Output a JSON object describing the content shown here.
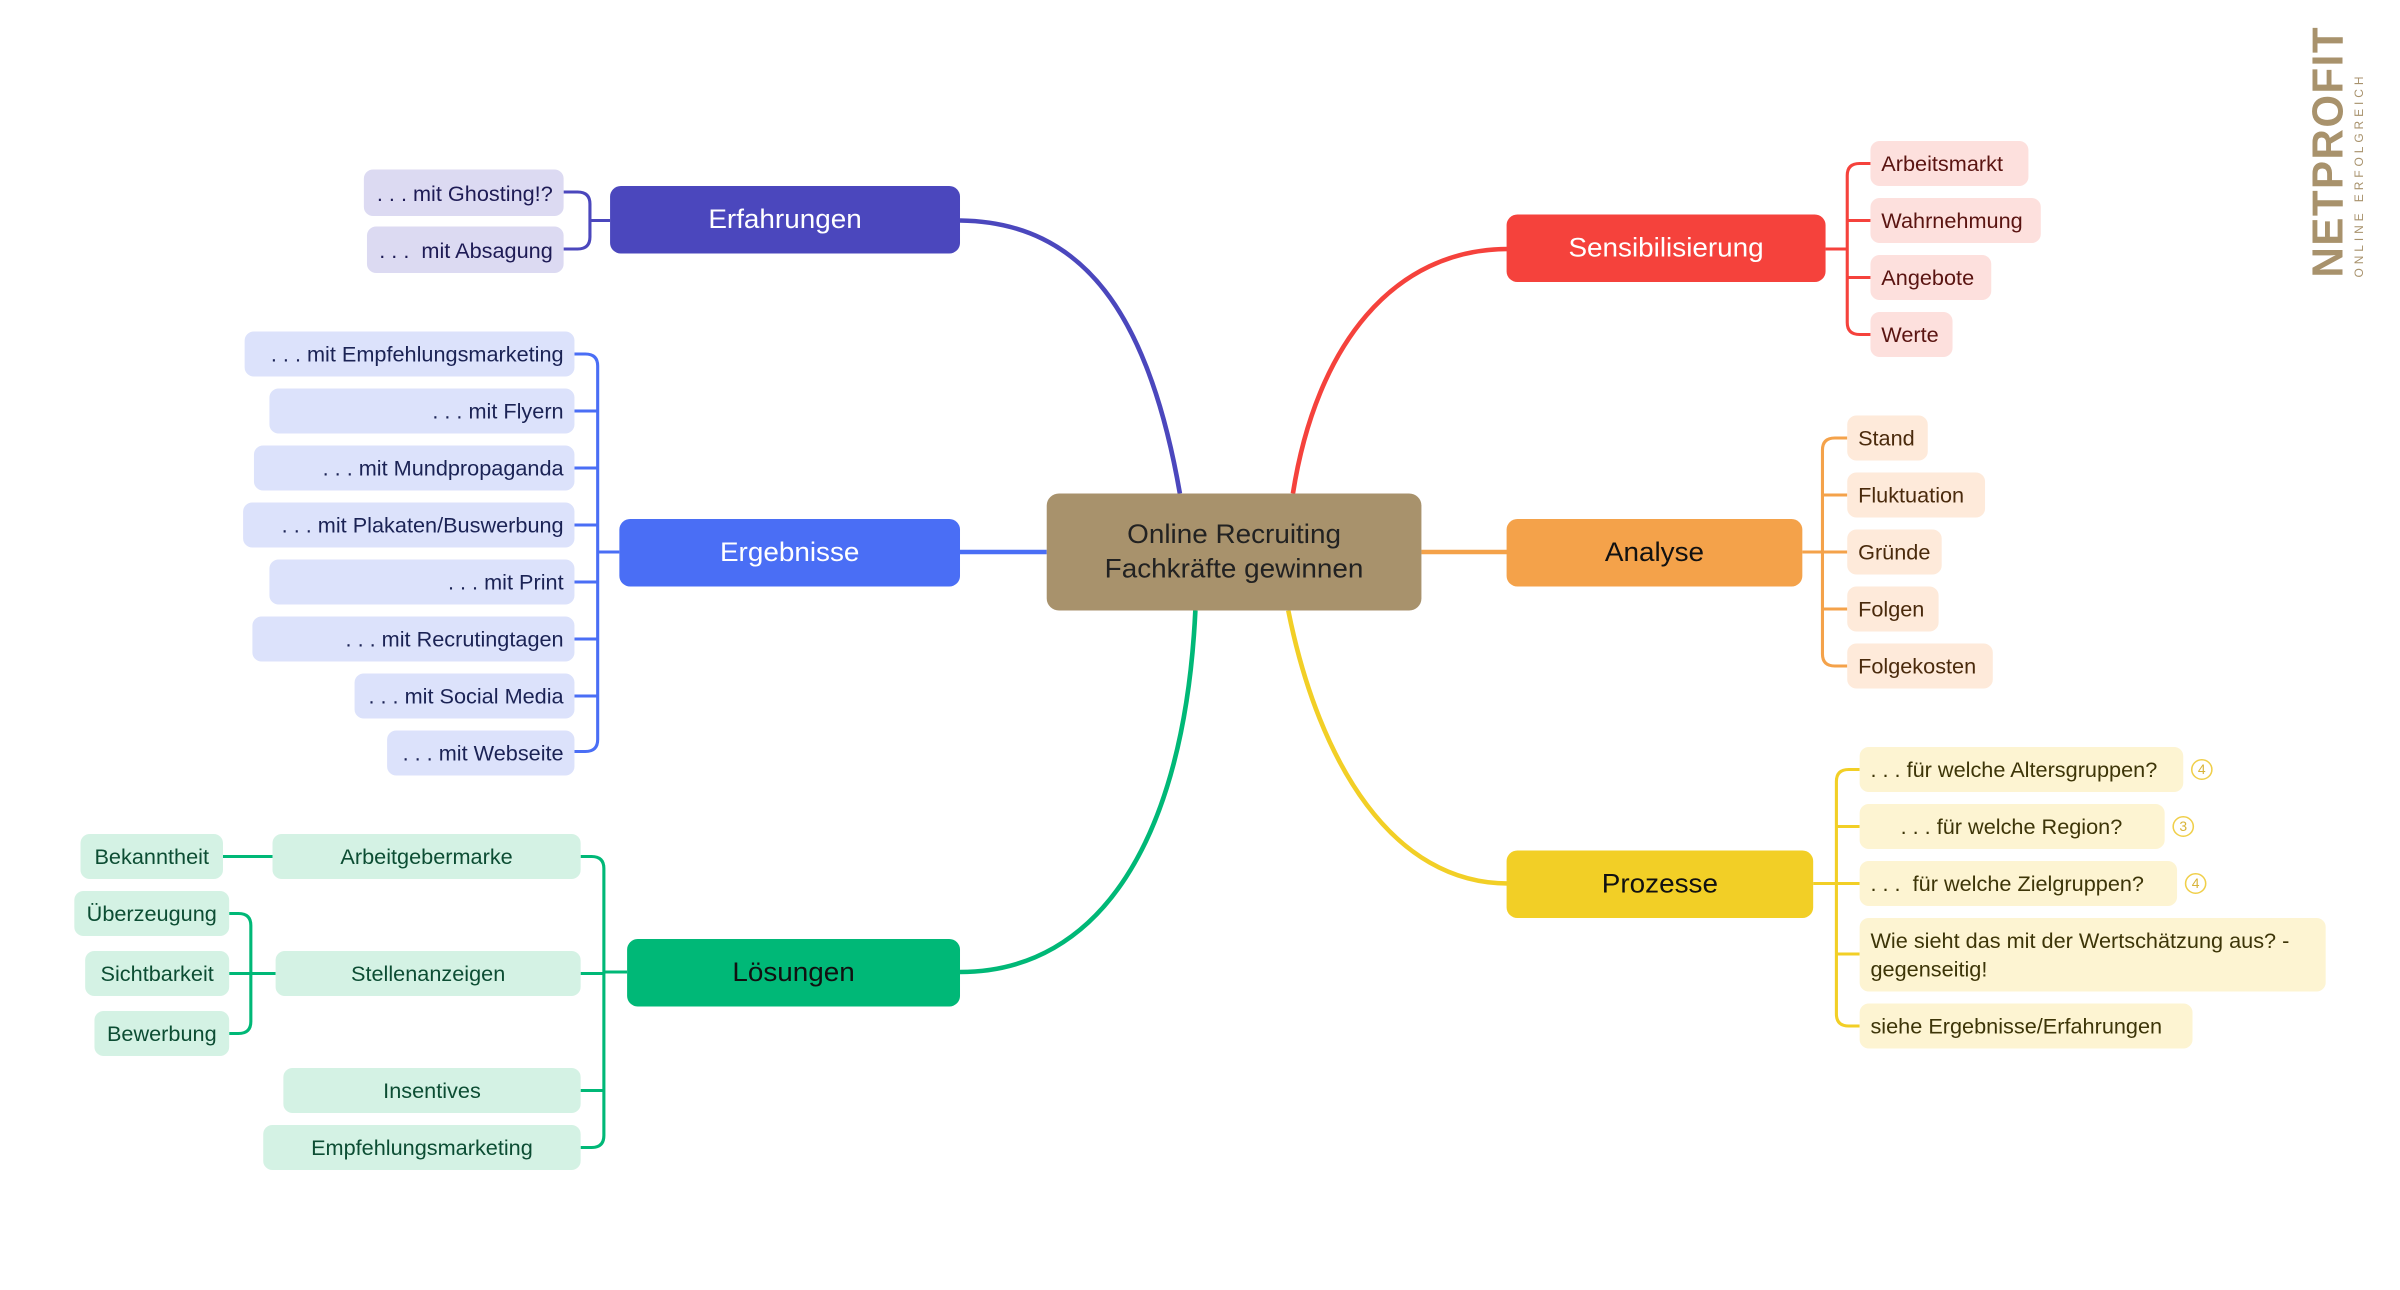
{
  "root": {
    "line1": "Online Recruiting",
    "line2": "Fachkräfte gewinnen"
  },
  "colors": {
    "erfahrungen": "#4b47bd",
    "ergebnisse": "#4a6ef5",
    "loesungen": "#00b877",
    "sensibilisierung": "#f5423c",
    "analyse": "#f4a24a",
    "prozesse": "#f2cf26",
    "root": "#a8926c"
  },
  "branches": {
    "erfahrungen": {
      "label": "Erfahrungen",
      "items": [
        ". . . mit Ghosting!?",
        ". . .  mit Absagung"
      ]
    },
    "ergebnisse": {
      "label": "Ergebnisse",
      "items": [
        ". . . mit Empfehlungsmarketing",
        ". . . mit Flyern",
        ". . . mit Mundpropaganda",
        ". . . mit Plakaten/Buswerbung",
        ". . . mit Print",
        ". . . mit Recrutingtagen",
        ". . . mit Social Media",
        ". . . mit Webseite"
      ]
    },
    "loesungen": {
      "label": "Lösungen",
      "items": [
        "Arbeitgebermarke",
        "Stellenanzeigen",
        "Insentives",
        "Empfehlungsmarketing"
      ],
      "arbeitgebermarke_children": [
        "Bekanntheit"
      ],
      "stellenanzeigen_children": [
        "Überzeugung",
        "Sichtbarkeit",
        "Bewerbung"
      ]
    },
    "sensibilisierung": {
      "label": "Sensibilisierung",
      "items": [
        "Arbeitsmarkt",
        "Wahrnehmung",
        "Angebote",
        "Werte"
      ]
    },
    "analyse": {
      "label": "Analyse",
      "items": [
        "Stand",
        "Fluktuation",
        "Gründe",
        "Folgen",
        "Folgekosten"
      ]
    },
    "prozesse": {
      "label": "Prozesse",
      "items": [
        ". . . für welche Altersgruppen?",
        "     . . . für welche Region?",
        ". . .  für welche Zielgruppen?",
        "Wie sieht das mit der Wertschätzung aus? - gegenseitig!",
        "siehe Ergebnisse/Erfahrungen"
      ],
      "badges": [
        "4",
        "3",
        "4"
      ]
    }
  },
  "logo": {
    "name": "NETPROFIT",
    "tagline": "ONLINE ERFOLGREICH"
  }
}
